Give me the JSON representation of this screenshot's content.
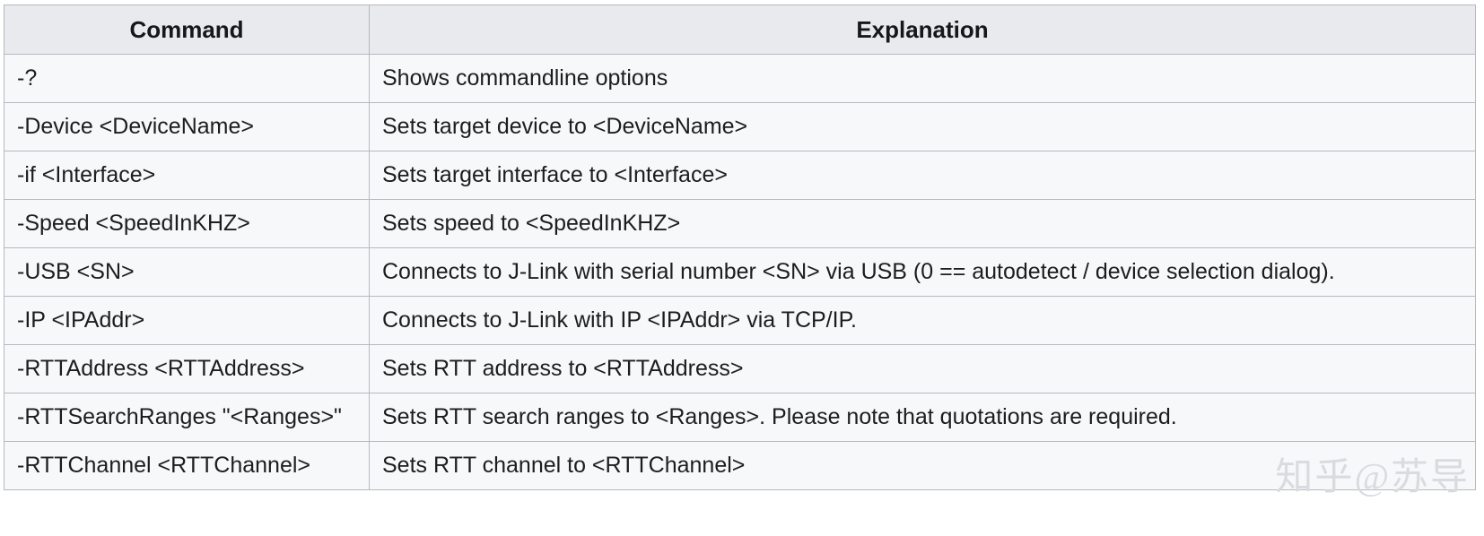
{
  "table": {
    "columns": [
      "Command",
      "Explanation"
    ],
    "rows": [
      {
        "command": "-?",
        "explanation": "Shows commandline options"
      },
      {
        "command": "-Device <DeviceName>",
        "explanation": "Sets target device to <DeviceName>"
      },
      {
        "command": "-if <Interface>",
        "explanation": "Sets target interface to <Interface>"
      },
      {
        "command": "-Speed <SpeedInKHZ>",
        "explanation": "Sets speed to <SpeedInKHZ>"
      },
      {
        "command": "-USB <SN>",
        "explanation": "Connects to J-Link with serial number <SN> via USB (0 == autodetect / device selection dialog)."
      },
      {
        "command": "-IP <IPAddr>",
        "explanation": "Connects to J-Link with IP <IPAddr> via TCP/IP."
      },
      {
        "command": "-RTTAddress <RTTAddress>",
        "explanation": "Sets RTT address to <RTTAddress>"
      },
      {
        "command": "-RTTSearchRanges \"<Ranges>\"",
        "explanation": "Sets RTT search ranges to <Ranges>. Please note that quotations are required."
      },
      {
        "command": "-RTTChannel <RTTChannel>",
        "explanation": "Sets RTT channel to <RTTChannel>"
      }
    ]
  },
  "watermark": {
    "site": "知乎",
    "at": "@",
    "user": "苏导"
  },
  "colors": {
    "header_bg": "#e8eaed",
    "cell_bg": "#f7f8fa",
    "border": "#b6b9c0",
    "text": "#1c1d1f",
    "watermark": "#d9dbdf"
  }
}
